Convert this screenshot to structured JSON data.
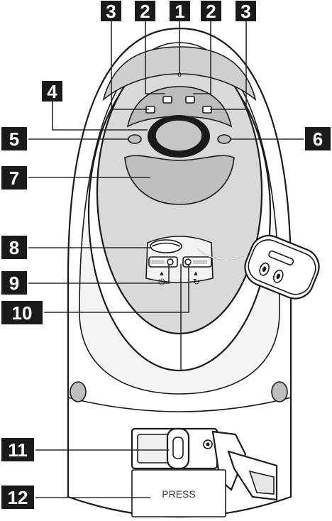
{
  "callouts": [
    {
      "id": "c1",
      "label": "1"
    },
    {
      "id": "c2a",
      "label": "2"
    },
    {
      "id": "c2b",
      "label": "2"
    },
    {
      "id": "c3a",
      "label": "3"
    },
    {
      "id": "c3b",
      "label": "3"
    },
    {
      "id": "c4",
      "label": "4"
    },
    {
      "id": "c5",
      "label": "5"
    },
    {
      "id": "c6",
      "label": "6"
    },
    {
      "id": "c7",
      "label": "7"
    },
    {
      "id": "c8",
      "label": "8"
    },
    {
      "id": "c9",
      "label": "9"
    },
    {
      "id": "c10",
      "label": "10"
    },
    {
      "id": "c11",
      "label": "11"
    },
    {
      "id": "c12",
      "label": "12"
    }
  ],
  "panel_labels": {
    "press": "PRESS",
    "top_indicator": "o"
  },
  "icons": {
    "power_symbol": "⏻",
    "refresh_symbol": "↻",
    "up_arrow": "▲"
  },
  "colors": {
    "badge": "#1a1a1a",
    "body_fill": "#ffffff",
    "panel_fill": "#d9d9d9",
    "button_fill": "#bfbfbf",
    "led_fill": "#ffffff"
  }
}
